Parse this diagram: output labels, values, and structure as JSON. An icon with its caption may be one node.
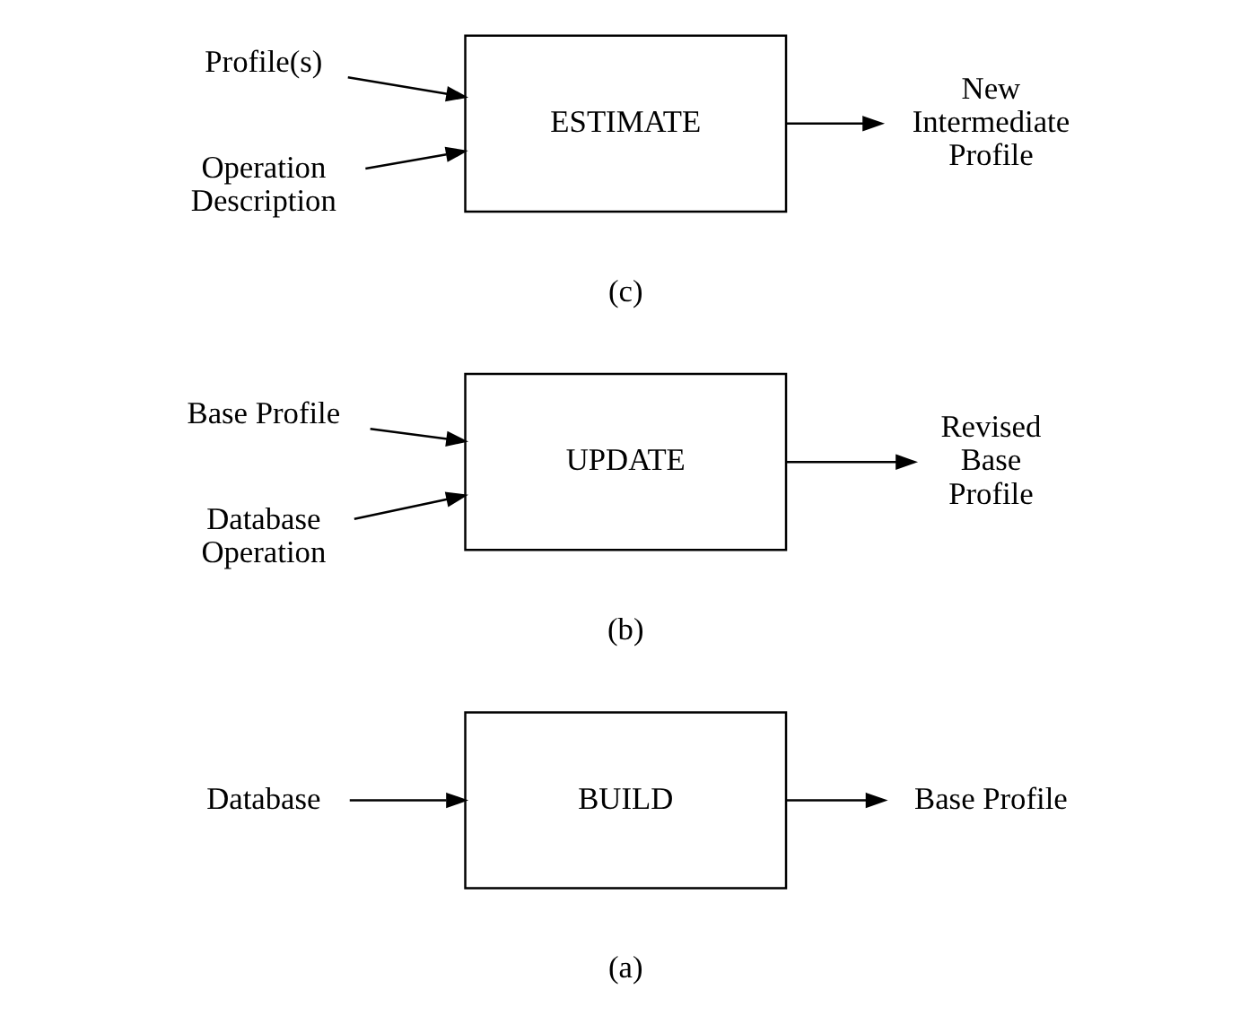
{
  "diagram": {
    "nodes": [
      {
        "text": [
          "Database"
        ]
      },
      {
        "text": [
          "BUILD"
        ]
      },
      {
        "text": [
          "Base Profile"
        ]
      },
      {
        "text": [
          "Base Profile"
        ]
      },
      {
        "text": [
          "Database Operation"
        ]
      },
      {
        "text": [
          "UPDATE"
        ]
      },
      {
        "text": [
          "Revised Base Profile"
        ]
      },
      {
        "text": [
          "Profile(s)"
        ]
      },
      {
        "text": [
          "Operation Description"
        ]
      },
      {
        "text": [
          "ESTIMATE"
        ]
      },
      {
        "text": [
          "New Intermediate Profile"
        ]
      }
    ],
    "edges": [
      {
        "from": 0,
        "to": 1,
        "arrow": "to"
      },
      {
        "from": 1,
        "to": 2,
        "arrow": "to"
      },
      {
        "from": 3,
        "to": 5,
        "arrow": "to"
      },
      {
        "from": 4,
        "to": 5,
        "arrow": "to"
      },
      {
        "from": 5,
        "to": 6,
        "arrow": "to"
      },
      {
        "from": 7,
        "to": 9,
        "arrow": "to"
      },
      {
        "from": 8,
        "to": 9,
        "arrow": "to"
      },
      {
        "from": 9,
        "to": 10,
        "arrow": "to"
      }
    ],
    "labels": [
      "(a)",
      "(b)",
      "(c)"
    ]
  }
}
